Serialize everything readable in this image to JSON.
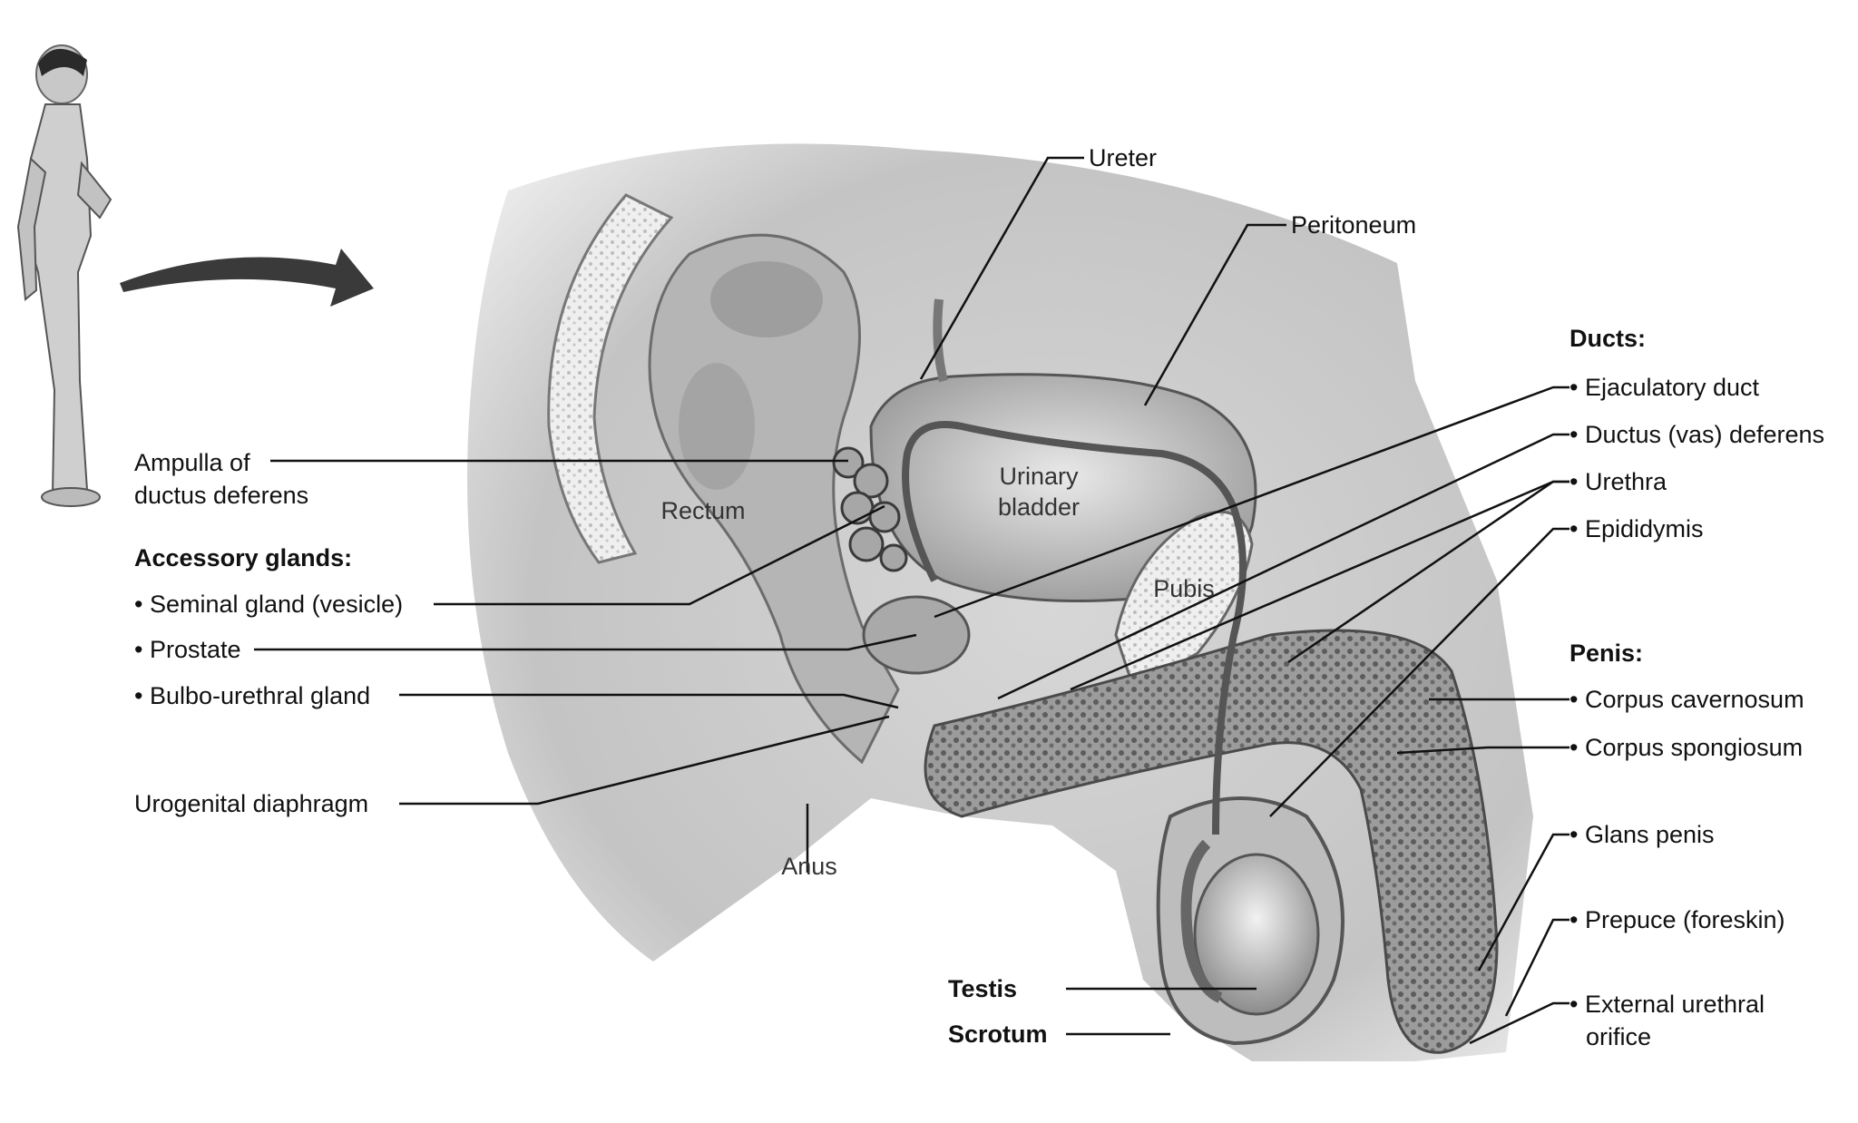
{
  "labels": {
    "ureter": "Ureter",
    "peritoneum": "Peritoneum",
    "ampulla_line1": "Ampulla of",
    "ampulla_line2": "ductus deferens",
    "accessory_header": "Accessory glands:",
    "seminal": "• Seminal gland (vesicle)",
    "prostate": "• Prostate",
    "bulbo": "• Bulbo-urethral gland",
    "urogenital": "Urogenital diaphragm",
    "anus": "Anus",
    "testis": "Testis",
    "scrotum": "Scrotum",
    "rectum": "Rectum",
    "bladder_line1": "Urinary",
    "bladder_line2": "bladder",
    "pubis": "Pubis",
    "ducts_header": "Ducts:",
    "ejaculatory": "• Ejaculatory duct",
    "ductus": "• Ductus (vas) deferens",
    "urethra": "• Urethra",
    "epididymis": "• Epididymis",
    "penis_header": "Penis:",
    "cavernosum": "• Corpus cavernosum",
    "spongiosum": "• Corpus spongiosum",
    "glans": "• Glans penis",
    "prepuce": "• Prepuce (foreskin)",
    "external_line1": "• External urethral",
    "external_line2": "orifice"
  }
}
